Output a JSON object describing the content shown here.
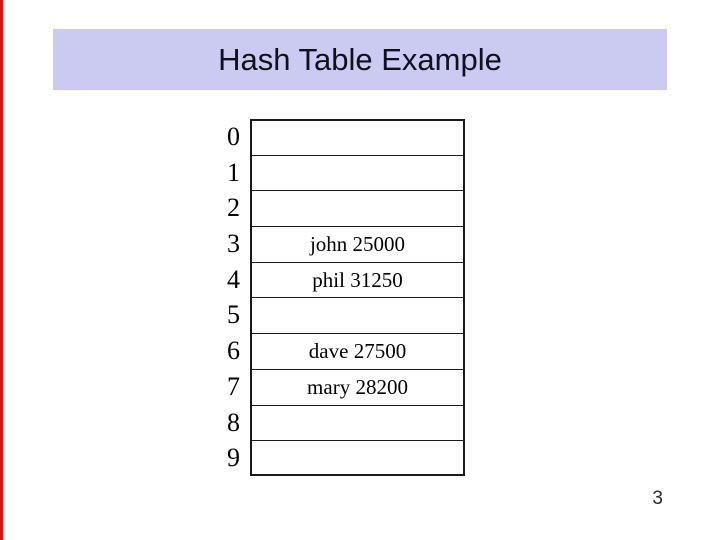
{
  "slide": {
    "title": "Hash Table Example",
    "page_number": "3",
    "colors": {
      "banner_bg": "#cbcbf1",
      "title_text": "#101020",
      "table_border": "#1a1a1a",
      "accent_line": "#dd1111",
      "page_number_text": "#2a2a2a"
    }
  },
  "hash_table": {
    "rows": [
      {
        "index": "0",
        "value": ""
      },
      {
        "index": "1",
        "value": ""
      },
      {
        "index": "2",
        "value": ""
      },
      {
        "index": "3",
        "value": "john 25000"
      },
      {
        "index": "4",
        "value": "phil 31250"
      },
      {
        "index": "5",
        "value": ""
      },
      {
        "index": "6",
        "value": "dave 27500"
      },
      {
        "index": "7",
        "value": "mary 28200"
      },
      {
        "index": "8",
        "value": ""
      },
      {
        "index": "9",
        "value": ""
      }
    ]
  }
}
